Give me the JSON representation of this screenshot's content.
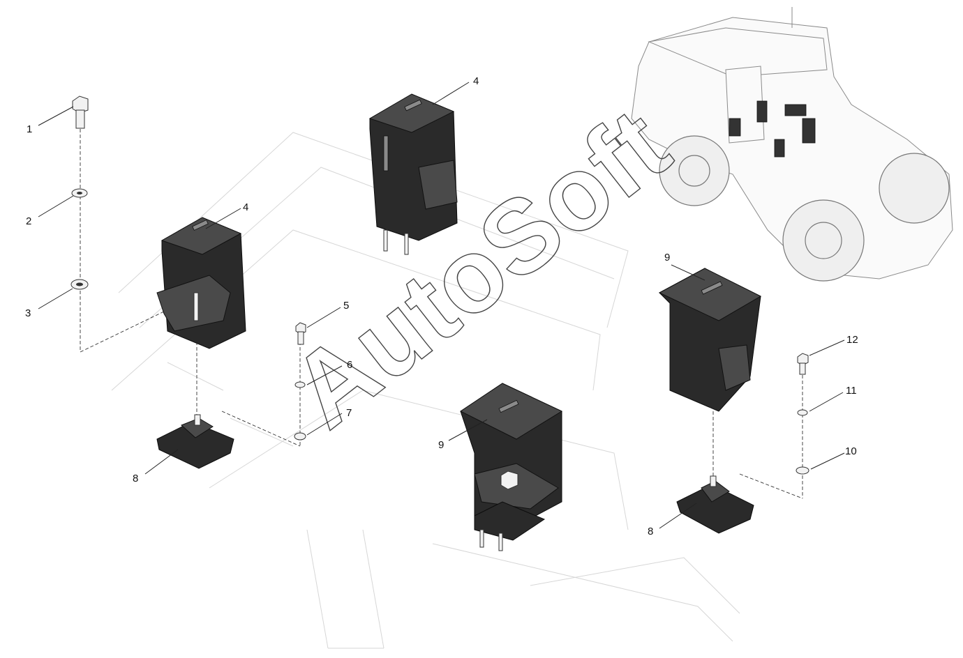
{
  "watermark": "AutoSoft",
  "callouts": {
    "c1": "1",
    "c2": "2",
    "c3": "3",
    "c4a": "4",
    "c4b": "4",
    "c5": "5",
    "c6": "6",
    "c7": "7",
    "c8a": "8",
    "c8b": "8",
    "c9a": "9",
    "c9b": "9",
    "c10": "10",
    "c11": "11",
    "c12": "12"
  }
}
